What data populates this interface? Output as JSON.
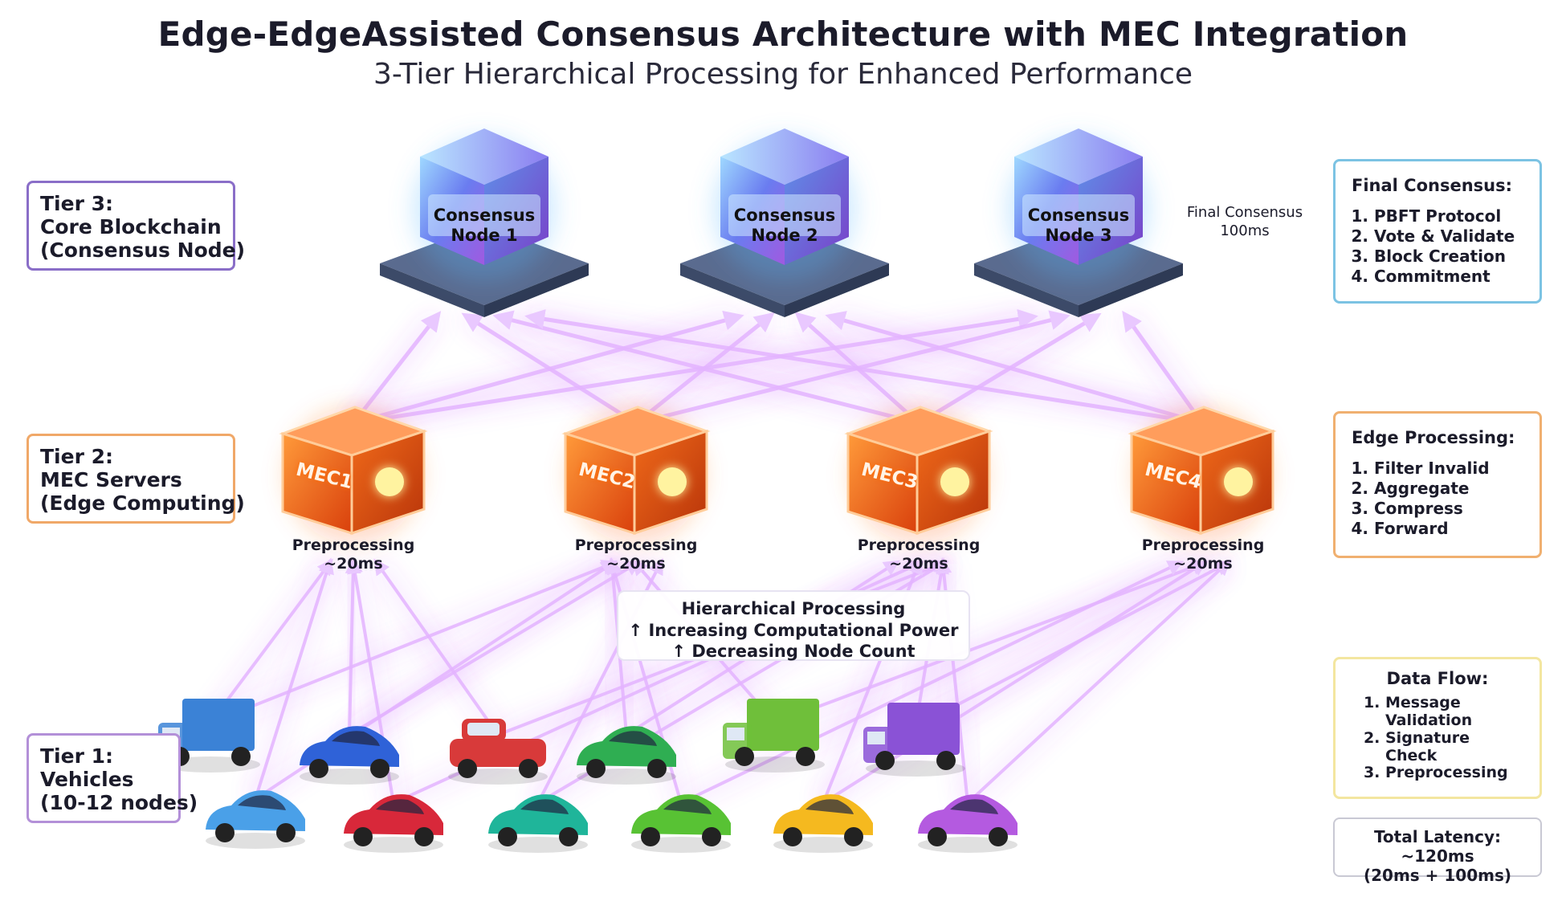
{
  "title": "Edge-EdgeAssisted Consensus Architecture with MEC Integration",
  "subtitle": "3-Tier Hierarchical Processing for Enhanced Performance",
  "tiers": {
    "tier3": {
      "line1": "Tier 3:",
      "line2": "Core Blockchain",
      "line3": "(Consensus Node)",
      "color": "#8a6ec8"
    },
    "tier2": {
      "line1": "Tier 2:",
      "line2": "MEC Servers",
      "line3": "(Edge Computing)",
      "color": "#f0a868"
    },
    "tier1": {
      "line1": "Tier 1:",
      "line2": "Vehicles",
      "line3": "(10-12 nodes)",
      "color": "#b390d8"
    }
  },
  "consensus_nodes": [
    {
      "line1": "Consensus",
      "line2": "Node 1"
    },
    {
      "line1": "Consensus",
      "line2": "Node 2"
    },
    {
      "line1": "Consensus",
      "line2": "Node 3"
    }
  ],
  "final_consensus_label": {
    "line1": "Final Consensus",
    "line2": "100ms"
  },
  "mec_servers": [
    {
      "name": "MEC1",
      "pre": "Preprocessing",
      "time": "~20ms"
    },
    {
      "name": "MEC2",
      "pre": "Preprocessing",
      "time": "~20ms"
    },
    {
      "name": "MEC3",
      "pre": "Preprocessing",
      "time": "~20ms"
    },
    {
      "name": "MEC4",
      "pre": "Preprocessing",
      "time": "~20ms"
    }
  ],
  "hierarchical": {
    "line1": "Hierarchical Processing",
    "line2": "↑ Increasing Computational Power",
    "line3": "↑ Decreasing Node Count"
  },
  "final_consensus_box": {
    "heading": "Final Consensus:",
    "items": [
      "PBFT Protocol",
      "Vote & Validate",
      "Block Creation",
      "Commitment"
    ],
    "color": "#7cc3e3"
  },
  "edge_processing_box": {
    "heading": "Edge Processing:",
    "items": [
      "Filter Invalid",
      "Aggregate",
      "Compress",
      "Forward"
    ],
    "color": "#f0b070"
  },
  "data_flow_box": {
    "heading": "Data Flow:",
    "items": [
      "Message Validation",
      "Signature Check",
      "Preprocessing"
    ],
    "color": "#f3e6a0"
  },
  "latency_box": {
    "line1": "Total Latency: ~120ms",
    "line2": "(20ms + 100ms)"
  },
  "colors": {
    "flow": "#c24dff",
    "mec_core": "#ff6a1a",
    "consensus_core": "#5ab8ff"
  },
  "vehicles": [
    {
      "kind": "truck",
      "color": "#3b82d6"
    },
    {
      "kind": "car",
      "color": "#2f62d8"
    },
    {
      "kind": "pickup",
      "color": "#d83a3a"
    },
    {
      "kind": "car",
      "color": "#2fae52"
    },
    {
      "kind": "truck",
      "color": "#6fbf3a"
    },
    {
      "kind": "truck",
      "color": "#8a52d6"
    },
    {
      "kind": "car",
      "color": "#4aa0e8"
    },
    {
      "kind": "car",
      "color": "#d8283a"
    },
    {
      "kind": "car",
      "color": "#1fb59a"
    },
    {
      "kind": "car",
      "color": "#58c234"
    },
    {
      "kind": "car",
      "color": "#f5b91f"
    },
    {
      "kind": "car",
      "color": "#b45ae0"
    }
  ]
}
